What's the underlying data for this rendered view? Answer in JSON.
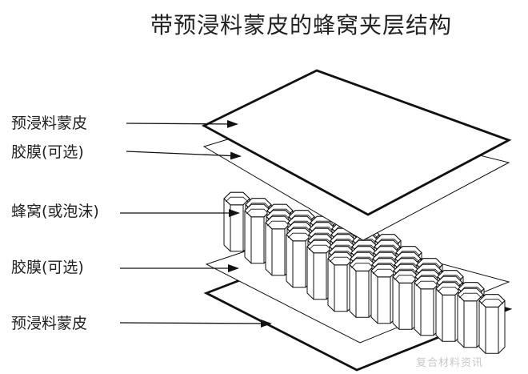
{
  "title": "带预浸料蒙皮的蜂窝夹层结构",
  "labels": {
    "top_skin": "预浸料蒙皮",
    "top_film": "胶膜(可选)",
    "core": "蜂窝(或泡沫)",
    "bottom_film": "胶膜(可选)",
    "bottom_skin": "预浸料蒙皮"
  },
  "watermark": "复合材料资讯",
  "colors": {
    "line": "#111111",
    "background": "#ffffff",
    "watermark": "#c8c8c8"
  }
}
